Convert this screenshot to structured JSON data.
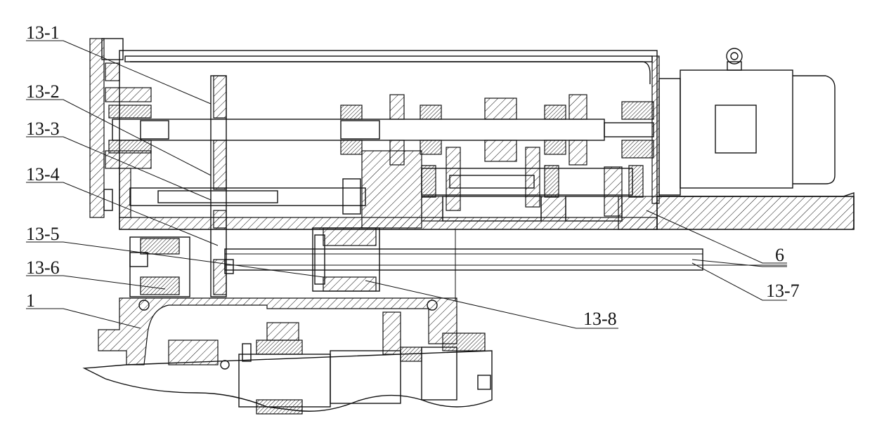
{
  "labels": [
    {
      "id": "13-1",
      "text": "13-1"
    },
    {
      "id": "13-2",
      "text": "13-2"
    },
    {
      "id": "13-3",
      "text": "13-3"
    },
    {
      "id": "13-4",
      "text": "13-4"
    },
    {
      "id": "13-5",
      "text": "13-5"
    },
    {
      "id": "13-6",
      "text": "13-6"
    },
    {
      "id": "1",
      "text": "1"
    },
    {
      "id": "6",
      "text": "6"
    },
    {
      "id": "13-7",
      "text": "13-7"
    },
    {
      "id": "13-8",
      "text": "13-8"
    }
  ]
}
